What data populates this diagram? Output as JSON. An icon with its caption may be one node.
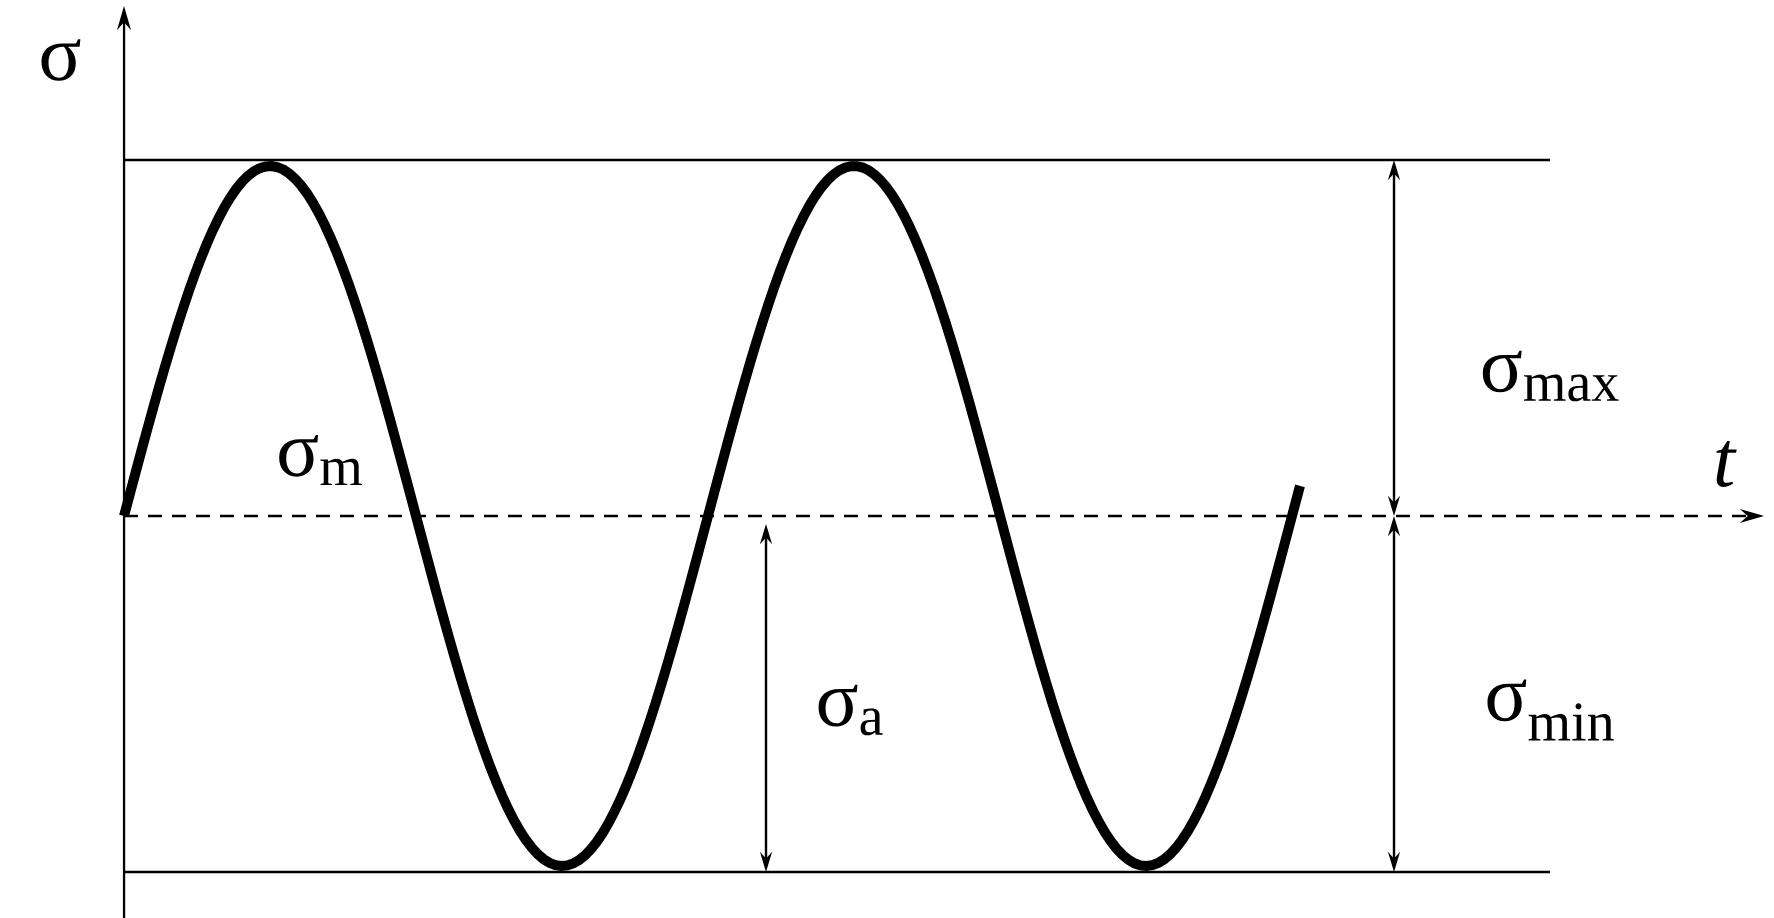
{
  "diagram": {
    "labels": [
      "σ",
      "t",
      "σ$_{max}$",
      "σ$_{m}$",
      "σ$_{a}$",
      "σ$_{min}$"
    ]
  }
}
